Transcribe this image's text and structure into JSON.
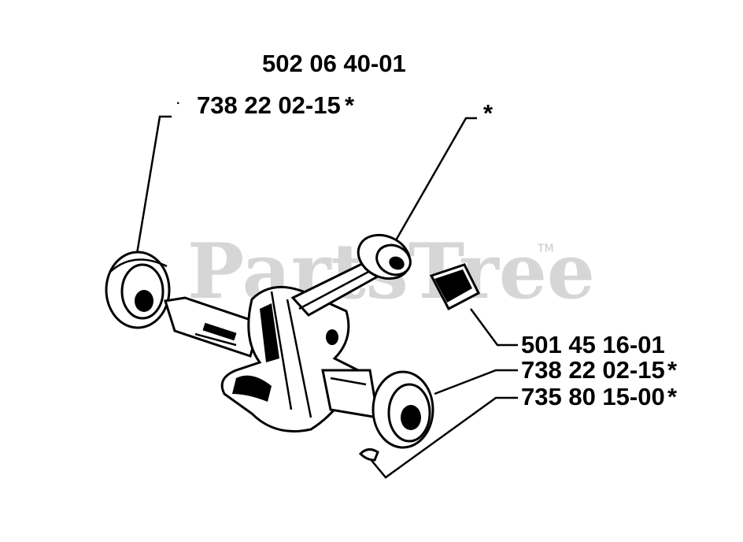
{
  "diagram": {
    "assembly_part_number": "502 06 40-01",
    "watermark": "PartsTree",
    "watermark_mark": "TM",
    "callouts": [
      {
        "part_number": "738 22 02-15",
        "note": "*",
        "prefix": "·"
      },
      {
        "part_number": "",
        "note": "*"
      },
      {
        "part_number": "501 45 16-01",
        "note": ""
      },
      {
        "part_number": "738 22 02-15",
        "note": "*"
      },
      {
        "part_number": "735 80 15-00",
        "note": "*"
      }
    ]
  }
}
